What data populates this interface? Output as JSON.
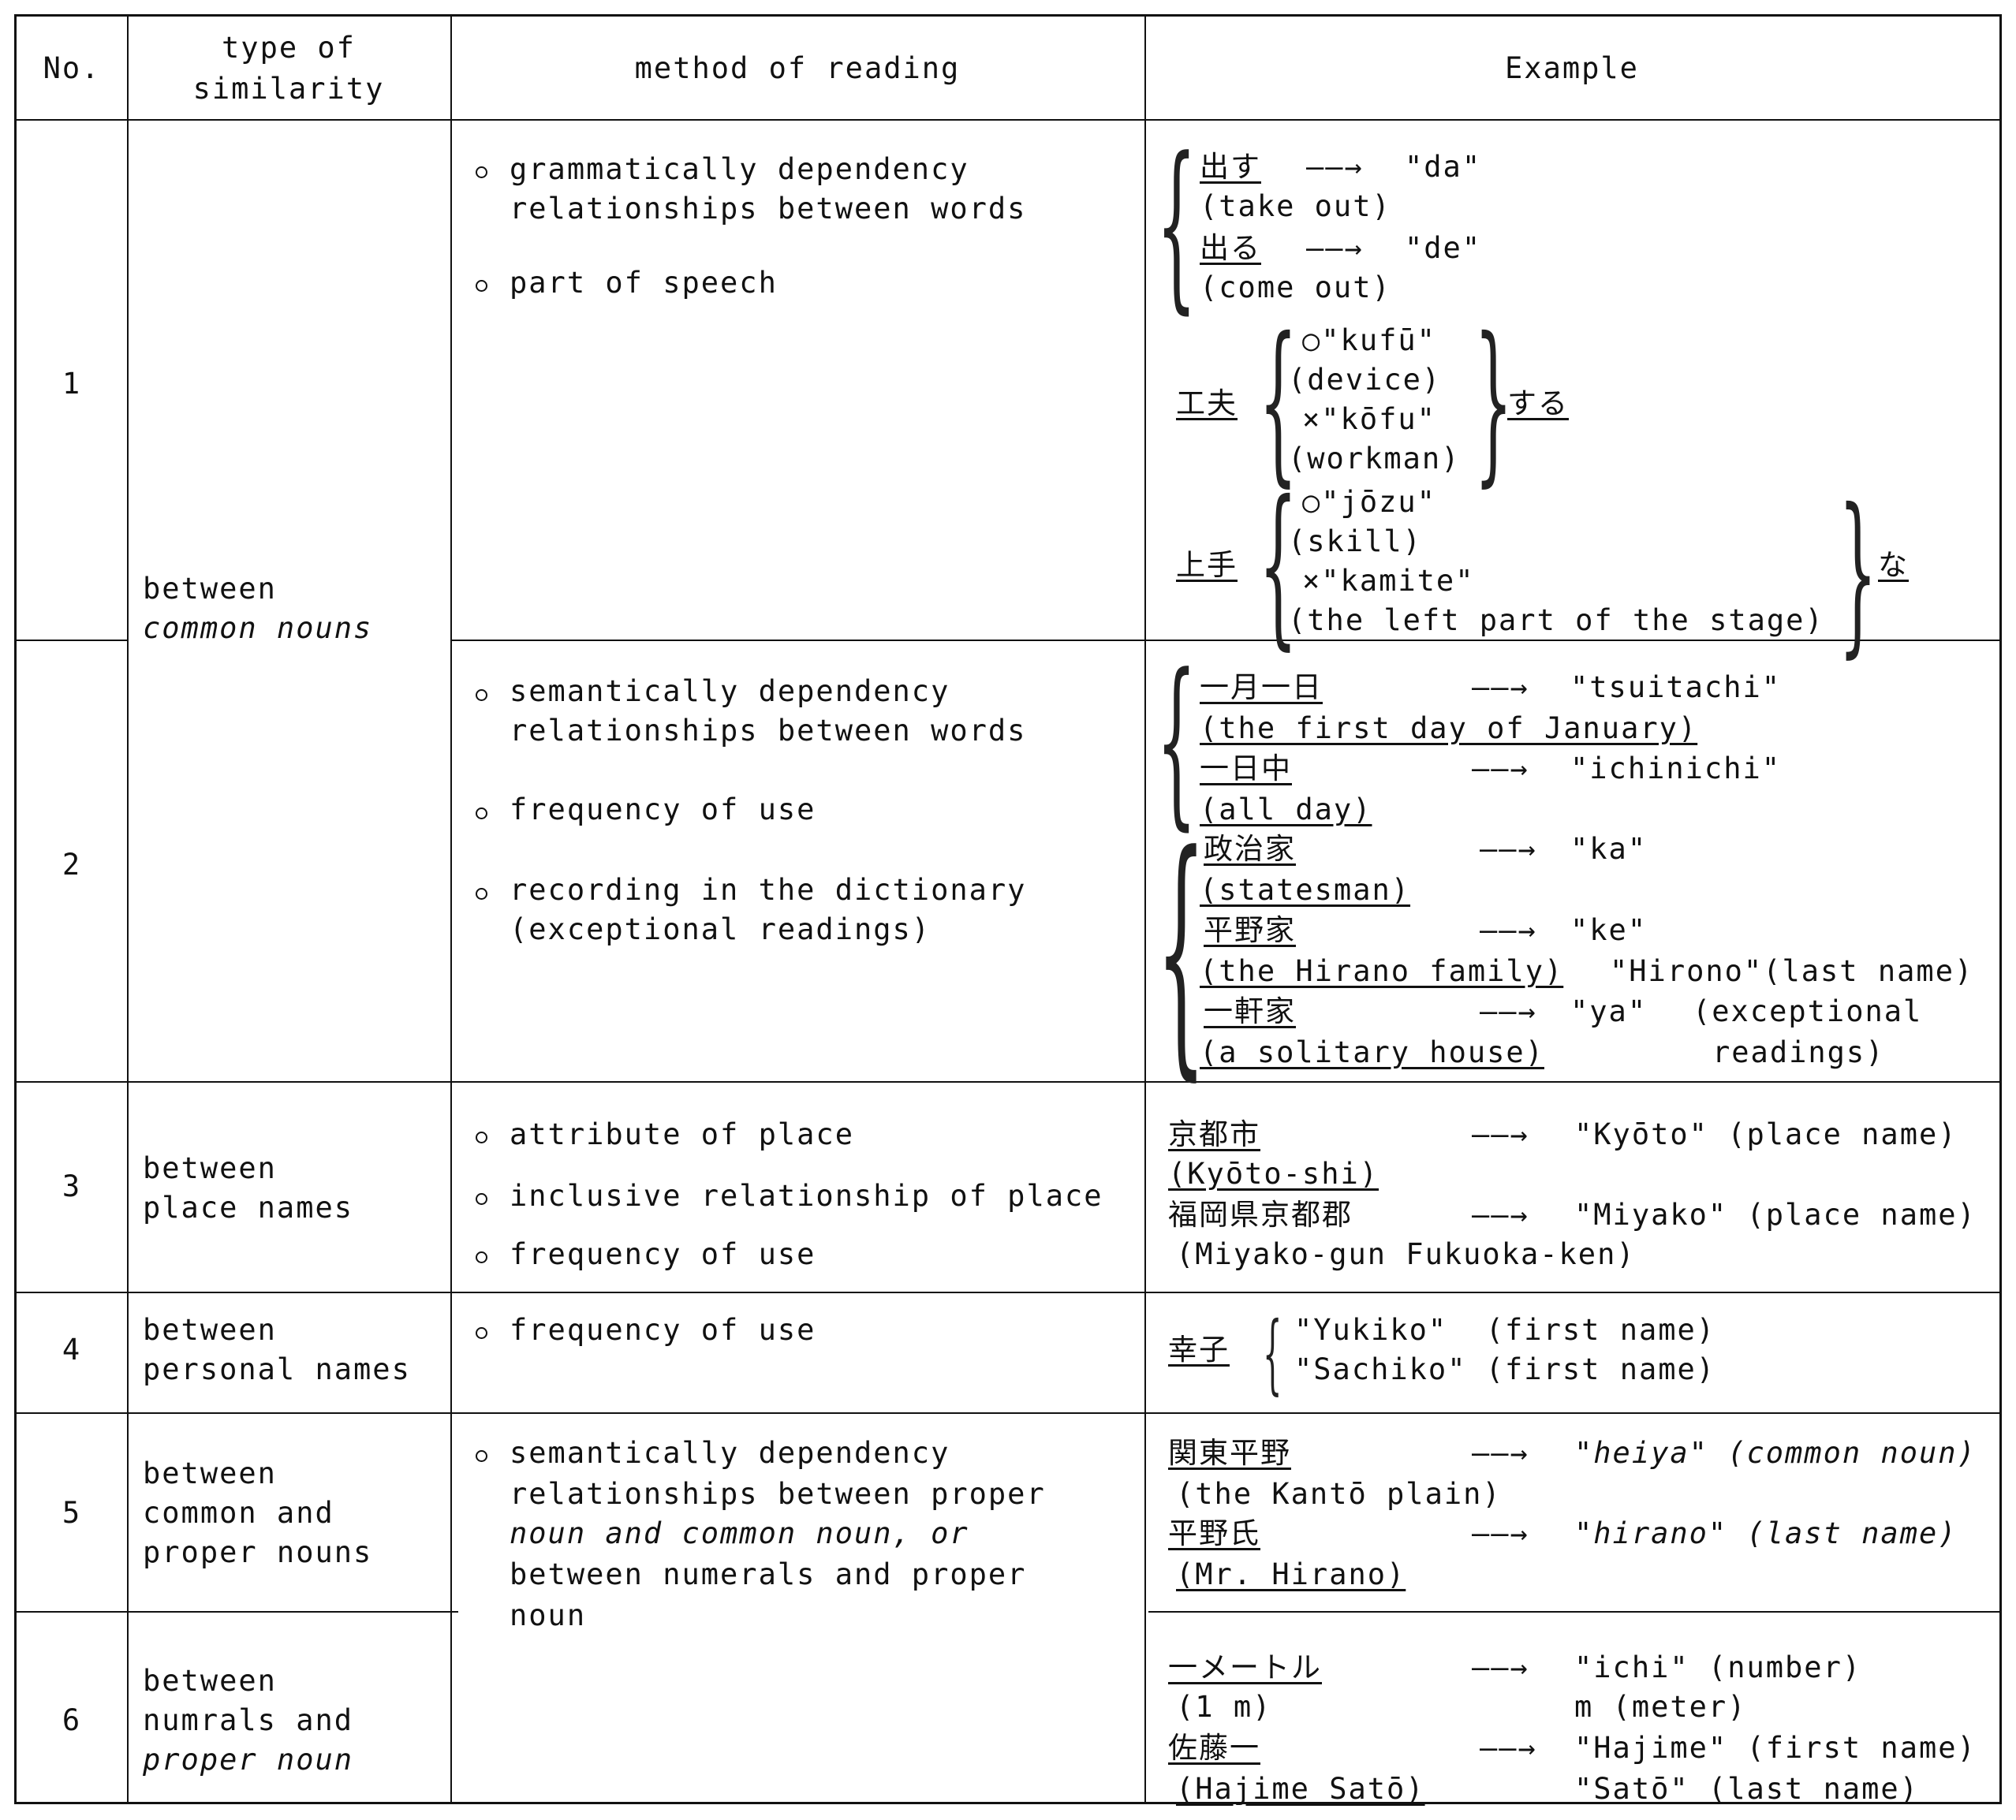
{
  "header": {
    "no": "No.",
    "type1": "type of",
    "type2": "similarity",
    "method": "method of reading",
    "example": "Example"
  },
  "rows": [
    {
      "no": "1",
      "type_lines": [
        "between",
        "common nouns"
      ],
      "methods": [
        [
          "grammatically dependency",
          "relationships between words"
        ],
        [
          "part of speech"
        ]
      ],
      "examples": {
        "w1": "出す",
        "w1r": "\"da\"",
        "w1g": "(take out)",
        "w2": "出る",
        "w2r": "\"de\"",
        "w2g": "(come out)",
        "w3": "工夫",
        "w3o": "○\"kufū\"",
        "w3og": "(device)",
        "w3x": "×\"kōfu\"",
        "w3xg": "(workman)",
        "w3s": "する",
        "w4": "上手",
        "w4o": "○\"jōzu\"",
        "w4og": "(skill)",
        "w4x": "×\"kamite\"",
        "w4xg": "(the left part of the stage)",
        "w4s": "な"
      }
    },
    {
      "no": "2",
      "methods": [
        [
          "semantically dependency",
          "relationships between words"
        ],
        [
          "frequency of use"
        ],
        [
          "recording in the dictionary",
          "(exceptional readings)"
        ]
      ],
      "examples": [
        {
          "jp": "一月一日",
          "gloss": "(the first day of January)",
          "reading": "\"tsuitachi\""
        },
        {
          "jp": "一日中",
          "gloss": "(all day)",
          "reading": "\"ichinichi\""
        },
        {
          "jp": "政治家",
          "gloss": "(statesman)",
          "reading": "\"ka\""
        },
        {
          "jp": "平野家",
          "gloss": "(the Hirano family)",
          "reading": "\"ke\"",
          "note": "\"Hirono\"(last name)"
        },
        {
          "jp": "一軒家",
          "gloss": "(a solitary house)",
          "reading": "\"ya\"",
          "note1": "(exceptional",
          "note2": "readings)"
        }
      ]
    },
    {
      "no": "3",
      "type_lines": [
        "between",
        "place names"
      ],
      "methods": [
        [
          "attribute of place"
        ],
        [
          "inclusive relationship of place"
        ],
        [
          "frequency of use"
        ]
      ],
      "examples": [
        {
          "jp": "京都市",
          "gloss": "(Kyōto-shi)",
          "reading": "\"Kyōto\" (place name)"
        },
        {
          "jp": "福岡県京都郡",
          "gloss": "(Miyako-gun Fukuoka-ken)",
          "reading": "\"Miyako\" (place name)"
        }
      ]
    },
    {
      "no": "4",
      "type_lines": [
        "between",
        "personal names"
      ],
      "methods": [
        [
          "frequency of use"
        ]
      ],
      "examples": {
        "jp": "幸子",
        "r1": "\"Yukiko\"  (first name)",
        "r2": "\"Sachiko\" (first name)"
      }
    },
    {
      "no": "5",
      "type_lines": [
        "between",
        "common and",
        "proper nouns"
      ],
      "methods": [
        [
          "semantically dependency",
          "relationships between proper",
          "noun and common noun, or",
          "between numerals and proper",
          "noun"
        ]
      ],
      "examples": [
        {
          "jp": "関東平野",
          "gloss": "(the Kantō plain)",
          "reading": "\"heiya\" (common noun)"
        },
        {
          "jp": "平野氏",
          "gloss": "(Mr. Hirano)",
          "reading": "\"hirano\" (last name)"
        }
      ]
    },
    {
      "no": "6",
      "type_lines": [
        "between",
        "numrals and",
        "proper noun"
      ],
      "examples": [
        {
          "jp": "一メートル",
          "gloss": "(1 m)",
          "reading": "\"ichi\" (number)",
          "reading2": "m (meter)"
        },
        {
          "jp": "佐藤一",
          "gloss": "(Hajime Satō)",
          "reading": "\"Hajime\" (first name)",
          "reading2": "\"Satō\" (last name)"
        }
      ]
    }
  ]
}
